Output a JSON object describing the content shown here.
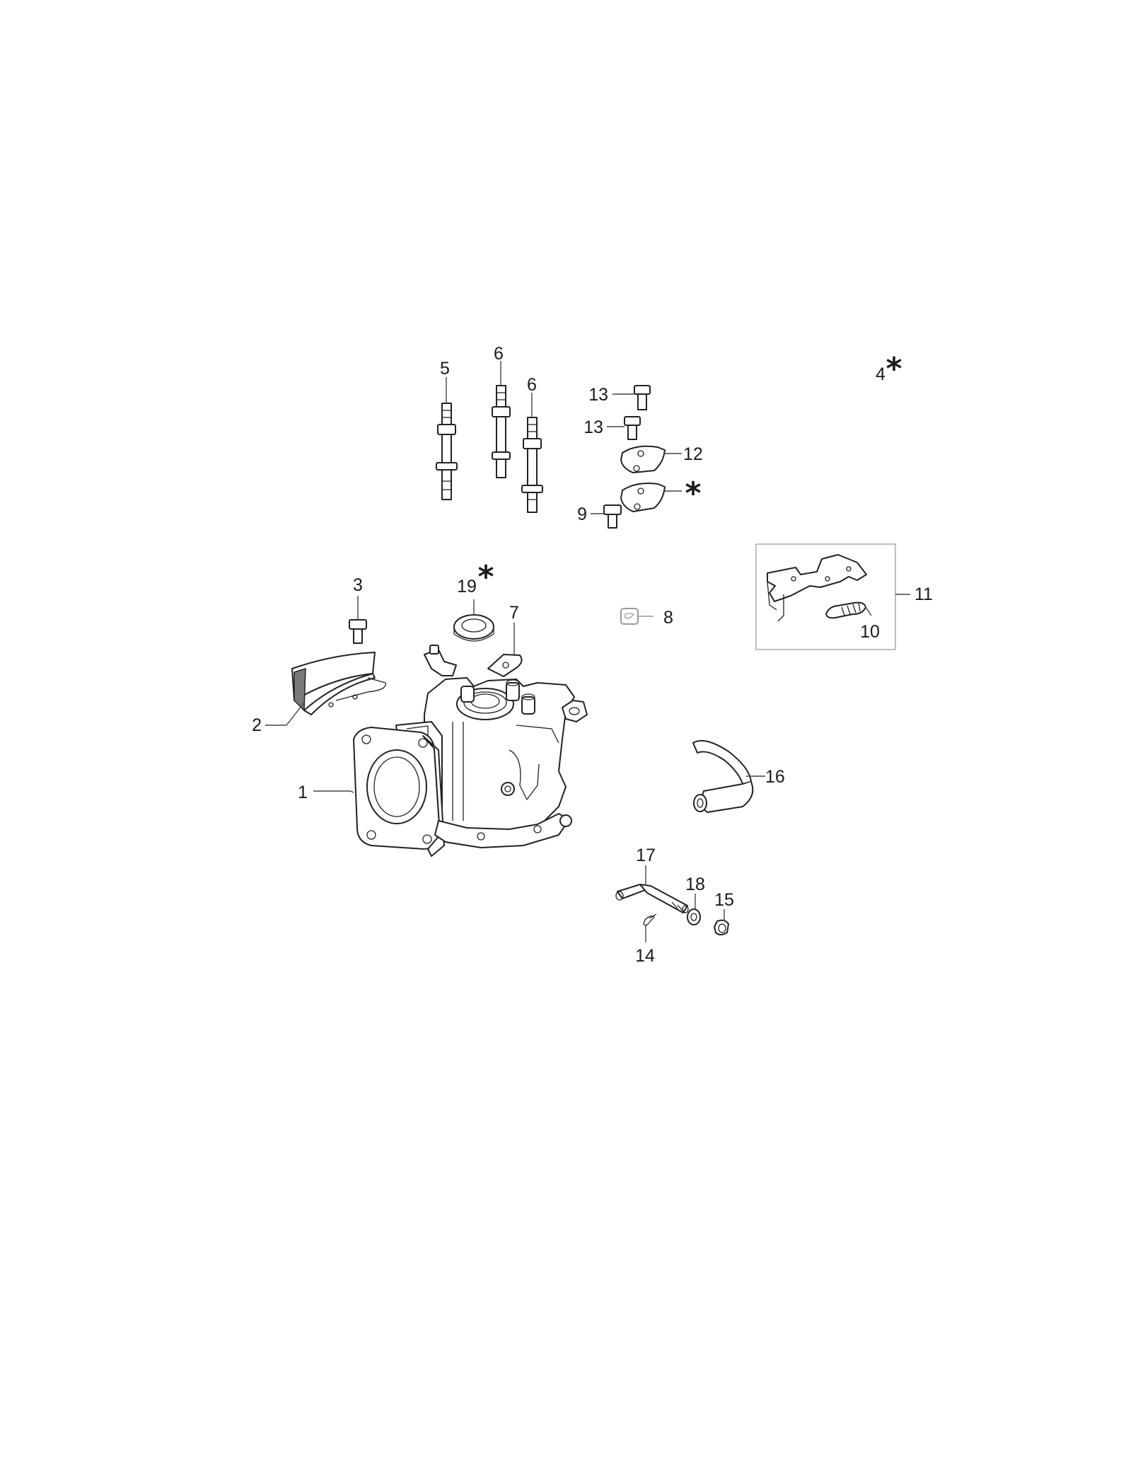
{
  "callouts": [
    {
      "id": "c1",
      "label": "1"
    },
    {
      "id": "c2",
      "label": "2"
    },
    {
      "id": "c3",
      "label": "3"
    },
    {
      "id": "c4",
      "label": "4"
    },
    {
      "id": "c5",
      "label": "5"
    },
    {
      "id": "c6a",
      "label": "6"
    },
    {
      "id": "c6b",
      "label": "6"
    },
    {
      "id": "c7",
      "label": "7"
    },
    {
      "id": "c8",
      "label": "8"
    },
    {
      "id": "c9",
      "label": "9"
    },
    {
      "id": "c10",
      "label": "10"
    },
    {
      "id": "c11",
      "label": "11"
    },
    {
      "id": "c12",
      "label": "12"
    },
    {
      "id": "c13a",
      "label": "13"
    },
    {
      "id": "c13b",
      "label": "13"
    },
    {
      "id": "c14",
      "label": "14"
    },
    {
      "id": "c15",
      "label": "15"
    },
    {
      "id": "c16",
      "label": "16"
    },
    {
      "id": "c17",
      "label": "17"
    },
    {
      "id": "c18",
      "label": "18"
    },
    {
      "id": "c19",
      "label": "19"
    }
  ],
  "marker_symbol": "*",
  "colors": {
    "line": "#222222",
    "text": "#1a1a1a",
    "frame": "#aaaaaa"
  }
}
